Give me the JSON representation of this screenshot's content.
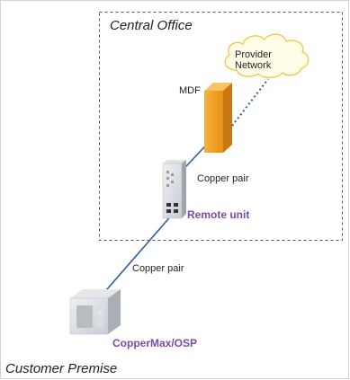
{
  "central_office": {
    "label": "Central Office"
  },
  "customer_premise": {
    "label": "Customer Premise"
  },
  "cloud": {
    "line1": "Provider",
    "line2": "Network"
  },
  "mdf": {
    "label": "MDF"
  },
  "links": {
    "upper_label": "Copper pair",
    "lower_label": "Copper pair"
  },
  "remote_unit": {
    "label": "Remote unit"
  },
  "cpe": {
    "label": "CopperMax/OSP"
  },
  "colors": {
    "link": "#2f5fa0",
    "accent_label": "#7b4aa3",
    "mdf_orange": "#f1a21f",
    "boundary": "#555555"
  },
  "icons": [
    "cloud-icon",
    "mdf-cabinet-icon",
    "remote-unit-icon",
    "cpe-device-icon"
  ]
}
